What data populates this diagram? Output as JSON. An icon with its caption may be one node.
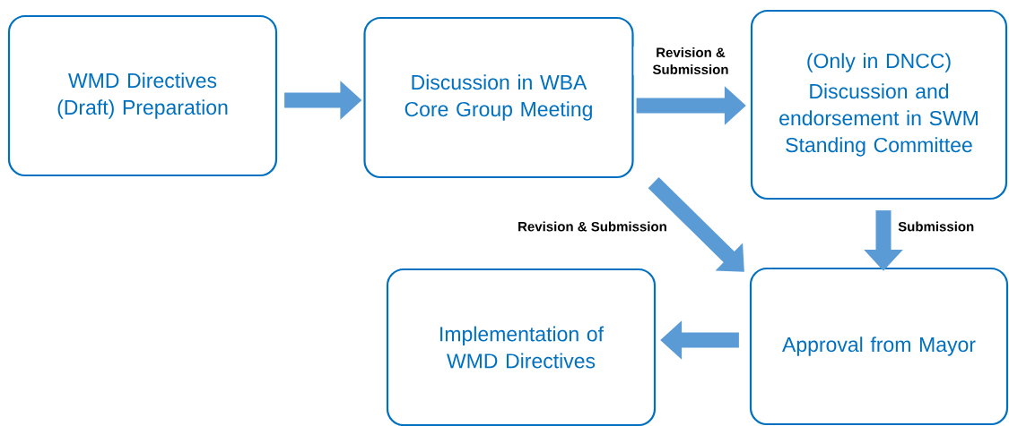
{
  "diagram": {
    "nodes": [
      {
        "text": [
          "WMD Directives (Draft) Preparation"
        ]
      },
      {
        "text": [
          "Discussion in WBA Core Group Meeting"
        ]
      },
      {
        "text": [
          "(Only in DNCC)",
          "Discussion and endorsement in SWM Standing Committee"
        ]
      },
      {
        "text": [
          "Approval from Mayor"
        ]
      },
      {
        "text": [
          "Implementation of WMD Directives"
        ]
      }
    ],
    "edges": [
      {
        "from": 0,
        "to": 1,
        "arrow": "to"
      },
      {
        "from": 1,
        "to": 2,
        "arrow": "to",
        "label": "Revision & Submission"
      },
      {
        "from": 1,
        "to": 3,
        "arrow": "to",
        "label": "Revision & Submission"
      },
      {
        "from": 2,
        "to": 3,
        "arrow": "to",
        "label": "Submission"
      },
      {
        "from": 3,
        "to": 4,
        "arrow": "to"
      }
    ]
  }
}
